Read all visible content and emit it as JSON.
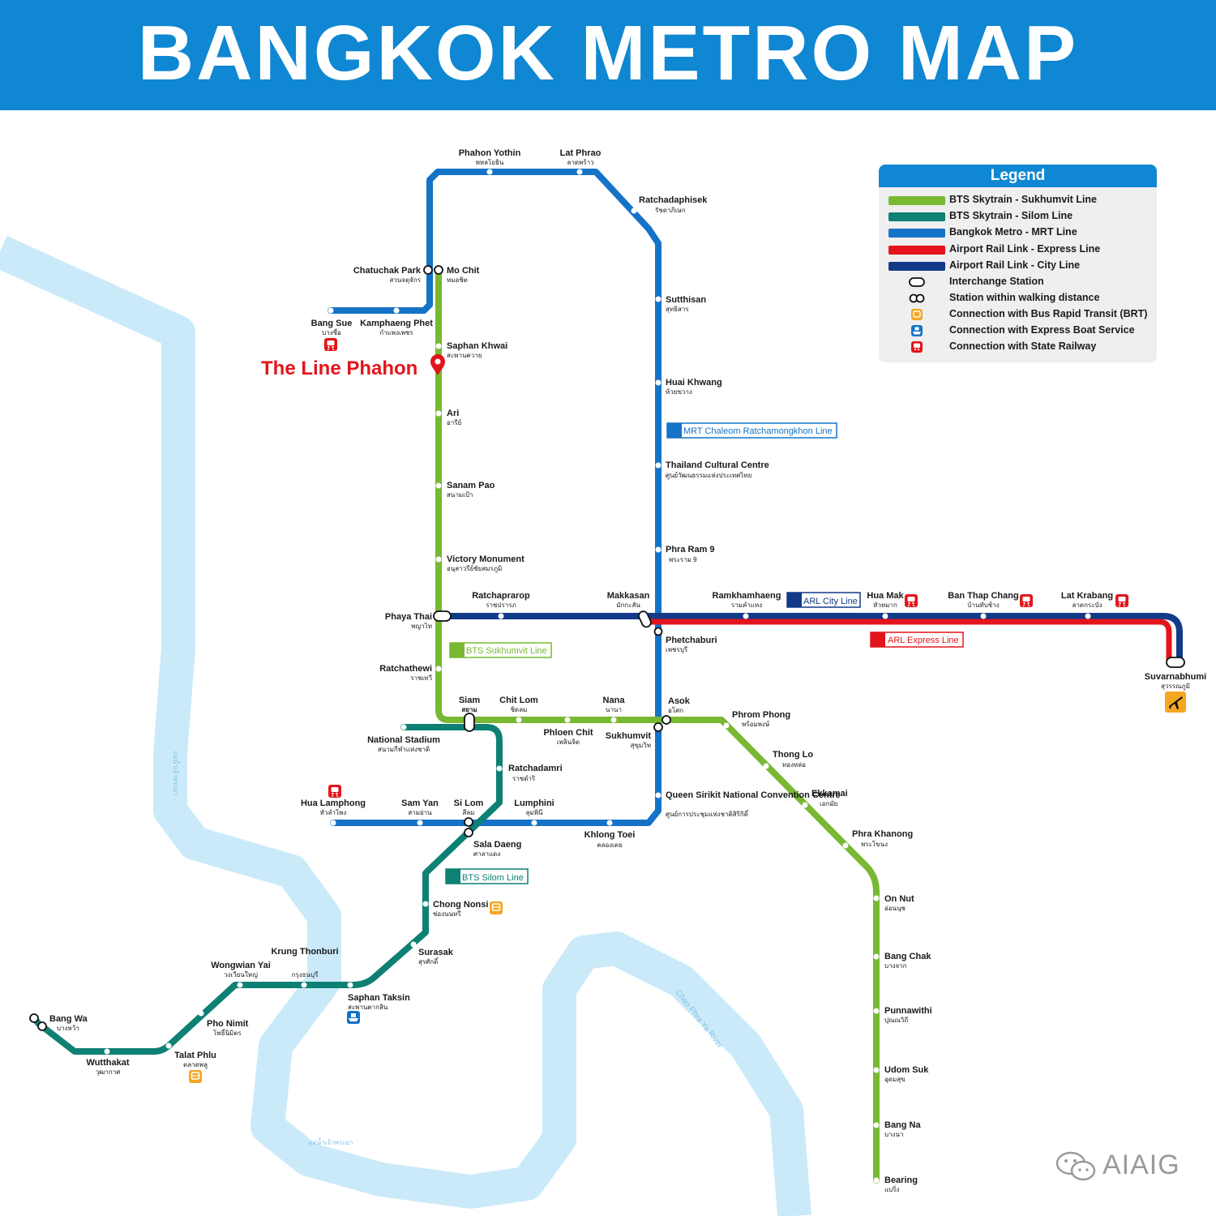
{
  "title": "BANGKOK METRO MAP",
  "colors": {
    "header": "#0f87d2",
    "sukhumvit": "#78b833",
    "silom": "#0e8074",
    "mrt": "#1573c7",
    "arl_express": "#e3141b",
    "arl_city": "#123a88",
    "river": "#cbeaf9",
    "highlight": "#e3141b"
  },
  "highlight_label": "The Line Phahon",
  "legend": {
    "title": "Legend",
    "items": [
      {
        "label": "BTS Skytrain - Sukhumvit Line",
        "symbol": "swatch",
        "color": "#78b833"
      },
      {
        "label": "BTS Skytrain - Silom Line",
        "symbol": "swatch",
        "color": "#0e8074"
      },
      {
        "label": "Bangkok Metro - MRT Line",
        "symbol": "swatch",
        "color": "#1573c7"
      },
      {
        "label": "Airport Rail Link - Express Line",
        "symbol": "swatch",
        "color": "#e3141b"
      },
      {
        "label": "Airport Rail Link - City Line",
        "symbol": "swatch",
        "color": "#123a88"
      },
      {
        "label": "Interchange Station",
        "symbol": "interchange"
      },
      {
        "label": "Station within  walking distance",
        "symbol": "walk"
      },
      {
        "label": "Connection with Bus Rapid Transit (BRT)",
        "symbol": "brt-icon"
      },
      {
        "label": "Connection with Express Boat Service",
        "symbol": "boat-icon"
      },
      {
        "label": "Connection with State Railway",
        "symbol": "train-icon"
      }
    ]
  },
  "line_tags": [
    {
      "label": "MRT Chaleom Ratchamongkhon Line",
      "color": "#1573c7"
    },
    {
      "label": "ARL City Line",
      "color": "#123a88"
    },
    {
      "label": "ARL Express Line",
      "color": "#e3141b"
    },
    {
      "label": "BTS Sukhumvit Line",
      "color": "#78b833"
    },
    {
      "label": "BTS Silom Line",
      "color": "#0e8074"
    }
  ],
  "river_labels": [
    "Chao Phra Ya River",
    "แม่น้ำเจ้าพระยา",
    "แม่น้ำเจ้าพระยา"
  ],
  "stations": [
    {
      "en": "Phahon Yothin",
      "th": "พหลโยธิน"
    },
    {
      "en": "Lat Phrao",
      "th": "ลาดพร้าว"
    },
    {
      "en": "Ratchadaphisek",
      "th": "รัชดาภิเษก"
    },
    {
      "en": "Chatuchak Park",
      "th": "สวนจตุจักร"
    },
    {
      "en": "Mo Chit",
      "th": "หมอชิต"
    },
    {
      "en": "Bang Sue",
      "th": "บางซื่อ"
    },
    {
      "en": "Kamphaeng Phet",
      "th": "กำแพงเพชร"
    },
    {
      "en": "Saphan Khwai",
      "th": "สะพานควาย"
    },
    {
      "en": "Sutthisan",
      "th": "สุทธิสาร"
    },
    {
      "en": "Huai Khwang",
      "th": "ห้วยขวาง"
    },
    {
      "en": "Ari",
      "th": "อารีย์"
    },
    {
      "en": "Sanam Pao",
      "th": "สนามเป้า"
    },
    {
      "en": "Thailand Cultural Centre",
      "th": "ศูนย์วัฒนธรรมแห่งประเทศไทย"
    },
    {
      "en": "Phra Ram 9",
      "th": "พระราม 9"
    },
    {
      "en": "Victory Monument",
      "th": "อนุสาวรีย์ชัยสมรภูมิ"
    },
    {
      "en": "Ratchaprarop",
      "th": "ราชปรารภ"
    },
    {
      "en": "Makkasan",
      "th": "มักกะสัน"
    },
    {
      "en": "Ramkhamhaeng",
      "th": "รามคำแหง"
    },
    {
      "en": "Hua Mak",
      "th": "หัวหมาก"
    },
    {
      "en": "Ban Thap Chang",
      "th": "บ้านทับช้าง"
    },
    {
      "en": "Lat Krabang",
      "th": "ลาดกระบัง"
    },
    {
      "en": "Phaya Thai",
      "th": "พญาไท"
    },
    {
      "en": "Phetchaburi",
      "th": "เพชรบุรี"
    },
    {
      "en": "Suvarnabhumi",
      "th": "สุวรรณภูมิ"
    },
    {
      "en": "Ratchathewi",
      "th": "ราชเทวี"
    },
    {
      "en": "Siam",
      "th": "สยาม"
    },
    {
      "en": "Chit Lom",
      "th": "ชิดลม"
    },
    {
      "en": "Nana",
      "th": "นานา"
    },
    {
      "en": "Asok",
      "th": "อโศก"
    },
    {
      "en": "Phrom Phong",
      "th": "พร้อมพงษ์"
    },
    {
      "en": "Phloen Chit",
      "th": "เพลินจิต"
    },
    {
      "en": "Sukhumvit",
      "th": "สุขุมวิท"
    },
    {
      "en": "National Stadium",
      "th": "สนามกีฬาแห่งชาติ"
    },
    {
      "en": "Thong Lo",
      "th": "ทองหล่อ"
    },
    {
      "en": "Ratchadamri",
      "th": "ราชดำริ"
    },
    {
      "en": "Ekkamai",
      "th": "เอกมัย"
    },
    {
      "en": "Queen Sirikit National Convention Centre",
      "th": "ศูนย์การประชุมแห่งชาติสิริกิติ์"
    },
    {
      "en": "Hua Lamphong",
      "th": "หัวลำโพง"
    },
    {
      "en": "Sam Yan",
      "th": "สามย่าน"
    },
    {
      "en": "Si Lom",
      "th": "สีลม"
    },
    {
      "en": "Lumphini",
      "th": "ลุมพินี"
    },
    {
      "en": "Khlong Toei",
      "th": "คลองเตย"
    },
    {
      "en": "Phra Khanong",
      "th": "พระโขนง"
    },
    {
      "en": "Sala Daeng",
      "th": "ศาลาแดง"
    },
    {
      "en": "On Nut",
      "th": "อ่อนนุช"
    },
    {
      "en": "Chong Nonsi",
      "th": "ช่องนนทรี"
    },
    {
      "en": "Surasak",
      "th": "สุรศักดิ์"
    },
    {
      "en": "Bang Chak",
      "th": "บางจาก"
    },
    {
      "en": "Krung Thonburi",
      "th": "กรุงธนบุรี"
    },
    {
      "en": "Wongwian Yai",
      "th": "วงเวียนใหญ่"
    },
    {
      "en": "Saphan Taksin",
      "th": "สะพานตากสิน"
    },
    {
      "en": "Punnawithi",
      "th": "ปุณณวิถี"
    },
    {
      "en": "Bang Wa",
      "th": "บางหว้า"
    },
    {
      "en": "Pho Nimit",
      "th": "โพธิ์นิมิตร"
    },
    {
      "en": "Wutthakat",
      "th": "วุฒากาศ"
    },
    {
      "en": "Talat Phlu",
      "th": "ตลาดพลู"
    },
    {
      "en": "Udom Suk",
      "th": "อุดมสุข"
    },
    {
      "en": "Bang Na",
      "th": "บางนา"
    },
    {
      "en": "Bearing",
      "th": "แบริ่ง"
    }
  ],
  "watermark": "AIAIG"
}
